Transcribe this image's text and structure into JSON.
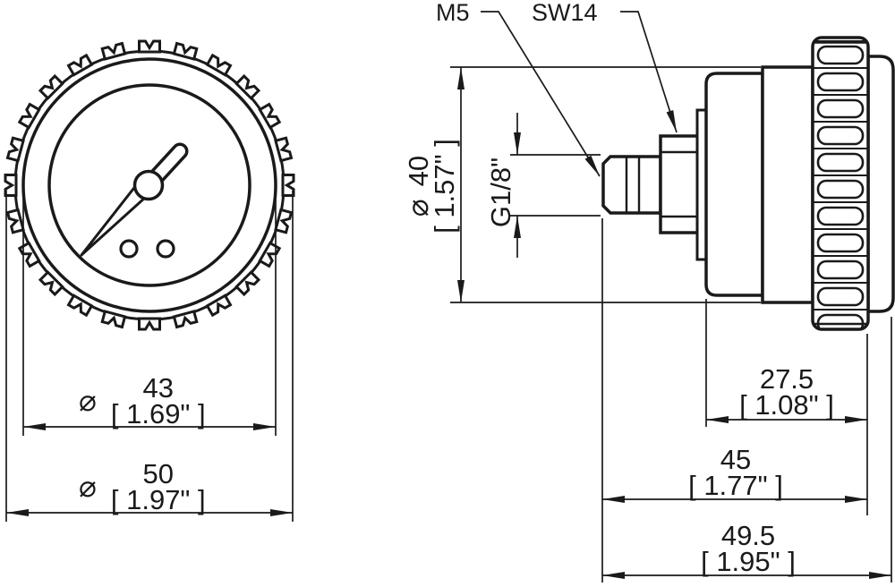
{
  "drawing": {
    "callouts": {
      "thread_tip": "M5",
      "wrench_size": "SW14"
    },
    "dimensions": {
      "case_diameter": {
        "symbol": "⌀",
        "value": "40",
        "imperial": "[ 1.57\" ]"
      },
      "connection_thread": {
        "value": "G1/8\""
      },
      "dial_diameter": {
        "symbol": "⌀",
        "value": "43",
        "imperial": "[ 1.69\" ]"
      },
      "outer_diameter": {
        "symbol": "⌀",
        "value": "50",
        "imperial": "[ 1.97\" ]"
      },
      "depth_body": {
        "value": "27.5",
        "imperial": "[ 1.08\" ]"
      },
      "depth_without_tip": {
        "value": "45",
        "imperial": "[ 1.77\" ]"
      },
      "depth_total": {
        "value": "49.5",
        "imperial": "[ 1.95\" ]"
      }
    },
    "colors": {
      "line": "#1a1a1a",
      "background": "#ffffff"
    }
  }
}
